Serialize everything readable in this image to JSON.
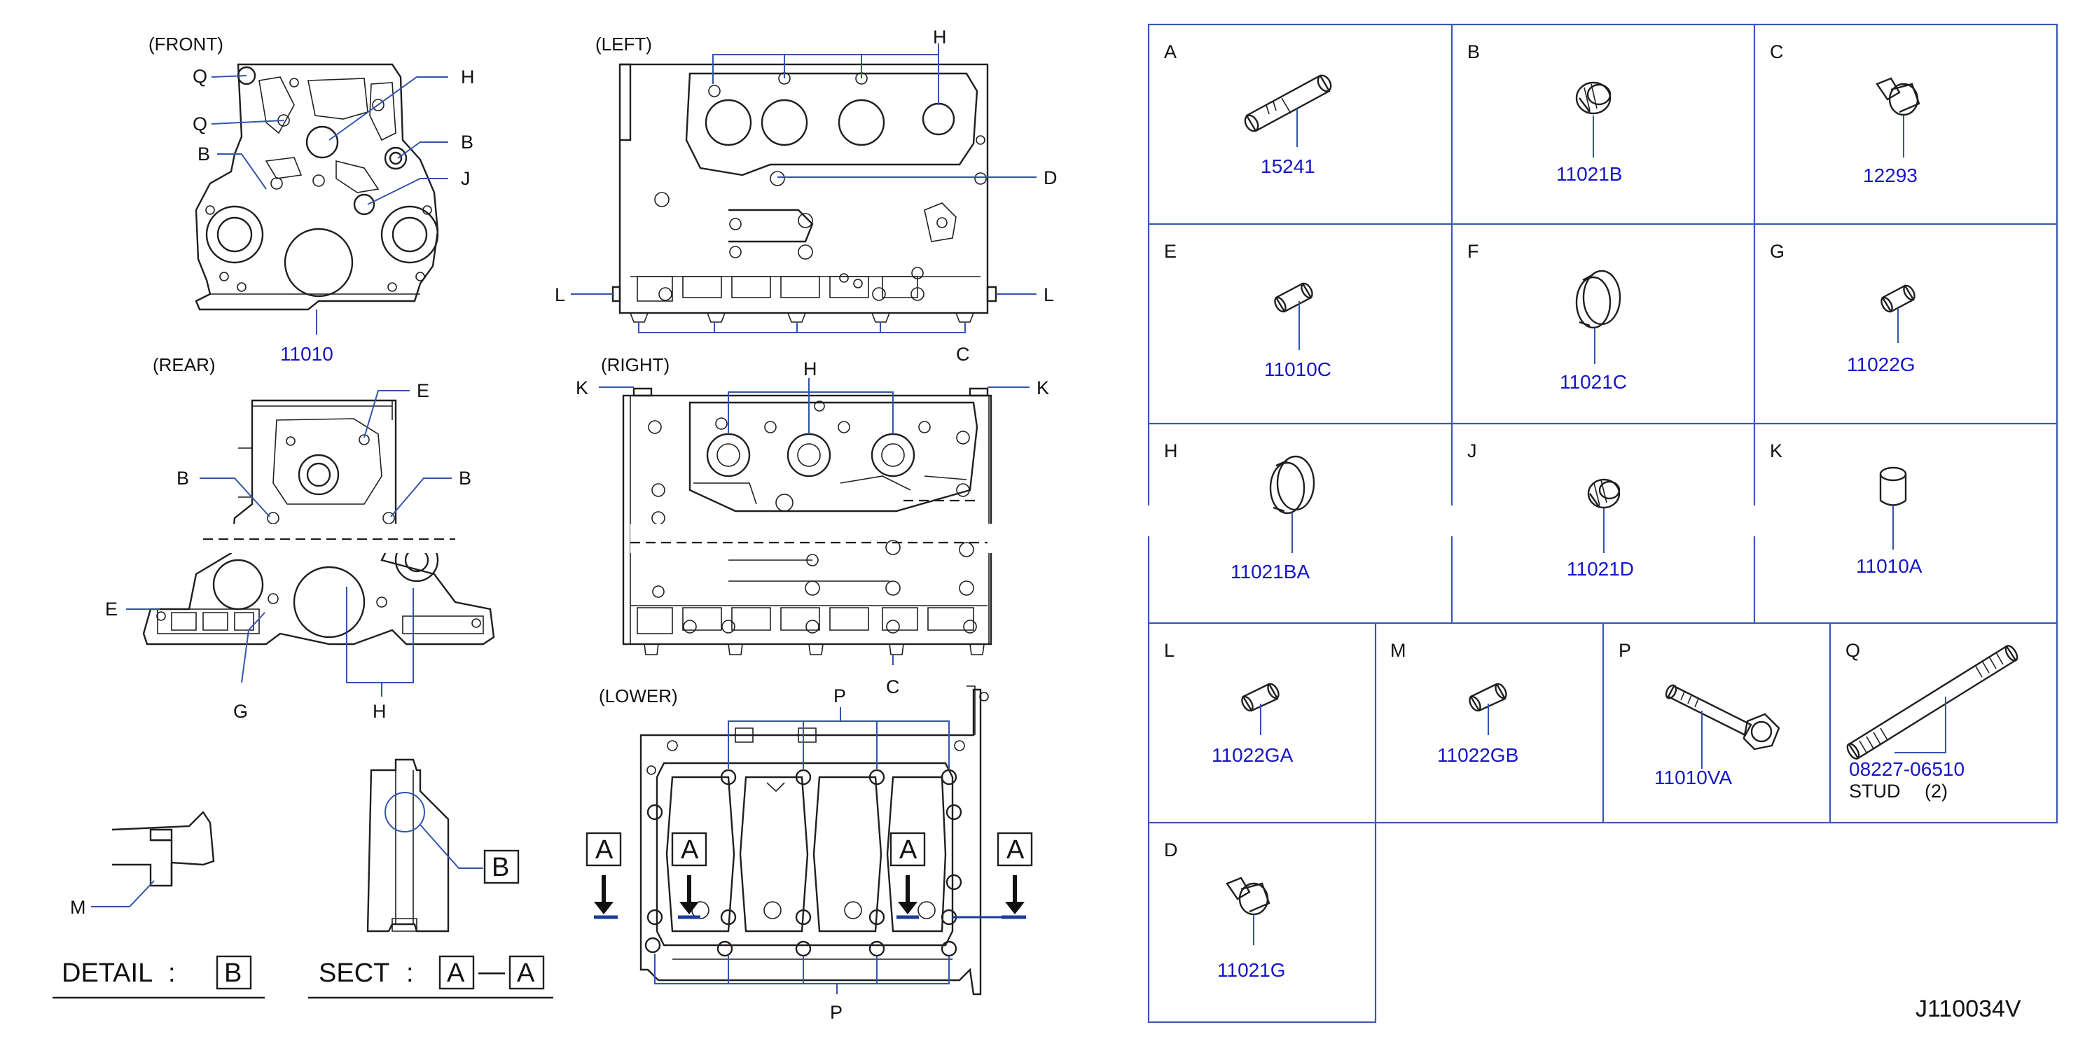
{
  "views": {
    "front": "(FRONT)",
    "left": "(LEFT)",
    "rear": "(REAR)",
    "right": "(RIGHT)",
    "lower": "(LOWER)"
  },
  "callouts": {
    "front": [
      "Q",
      "Q",
      "B",
      "H",
      "B",
      "J"
    ],
    "front_part": "11010",
    "left": [
      "H",
      "D",
      "L",
      "L",
      "C"
    ],
    "rear": [
      "E",
      "B",
      "B",
      "E",
      "G",
      "H"
    ],
    "right": [
      "K",
      "K",
      "H",
      "C"
    ],
    "lower": [
      "P",
      "P"
    ],
    "section_markers": [
      "A",
      "A",
      "A",
      "A"
    ]
  },
  "detail": {
    "label": "DETAIL",
    "colon": ":",
    "ref": "B",
    "callout": "M",
    "section_callout": "B"
  },
  "sect": {
    "label": "SECT",
    "colon": ":",
    "ref_a": "A",
    "dash": "—",
    "ref_b": "A"
  },
  "parts": [
    {
      "cell": "A",
      "number": "15241"
    },
    {
      "cell": "B",
      "number": "11021B"
    },
    {
      "cell": "C",
      "number": "12293"
    },
    {
      "cell": "E",
      "number": "11010C"
    },
    {
      "cell": "F",
      "number": "11021C"
    },
    {
      "cell": "G",
      "number": "11022G"
    },
    {
      "cell": "H",
      "number": "11021BA"
    },
    {
      "cell": "J",
      "number": "11021D"
    },
    {
      "cell": "K",
      "number": "11010A"
    },
    {
      "cell": "L",
      "number": "11022GA"
    },
    {
      "cell": "M",
      "number": "11022GB"
    },
    {
      "cell": "P",
      "number": "11010VA"
    },
    {
      "cell": "Q",
      "number": "08227-06510",
      "note": "STUD",
      "qty": "(2)"
    },
    {
      "cell": "D",
      "number": "11021G"
    }
  ],
  "diagram_id": "J110034V"
}
